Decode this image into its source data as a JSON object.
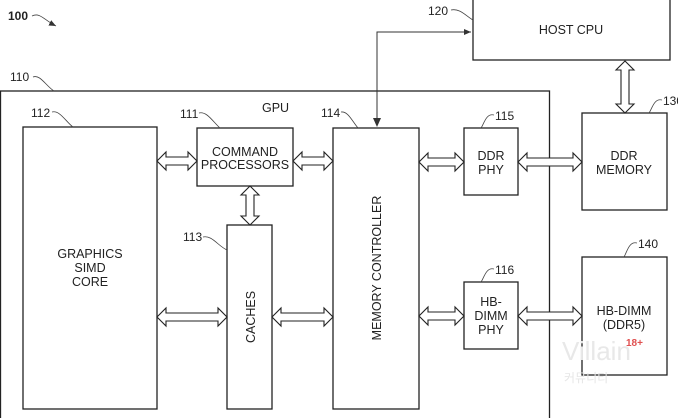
{
  "figure_ref": "100",
  "blocks": {
    "gpu": {
      "ref": "110",
      "label": "GPU"
    },
    "command_processors": {
      "ref": "111",
      "line1": "COMMAND",
      "line2": "PROCESSORS"
    },
    "graphics_core": {
      "ref": "112",
      "line1": "GRAPHICS",
      "line2": "SIMD",
      "line3": "CORE"
    },
    "caches": {
      "ref": "113",
      "label": "CACHES"
    },
    "memory_controller": {
      "ref": "114",
      "label": "MEMORY CONTROLLER"
    },
    "ddr_phy": {
      "ref": "115",
      "line1": "DDR",
      "line2": "PHY"
    },
    "hbdimm_phy": {
      "ref": "116",
      "line1": "HB-",
      "line2": "DIMM",
      "line3": "PHY"
    },
    "host_cpu": {
      "ref": "120",
      "label": "HOST CPU"
    },
    "ddr_memory": {
      "ref": "130",
      "line1": "DDR",
      "line2": "MEMORY"
    },
    "hbdimm": {
      "ref": "140",
      "line1": "HB-DIMM",
      "line2": "(DDR5)"
    }
  },
  "watermark": {
    "line1": "Villain",
    "line2": "커뮤니티",
    "badge": "18+"
  }
}
